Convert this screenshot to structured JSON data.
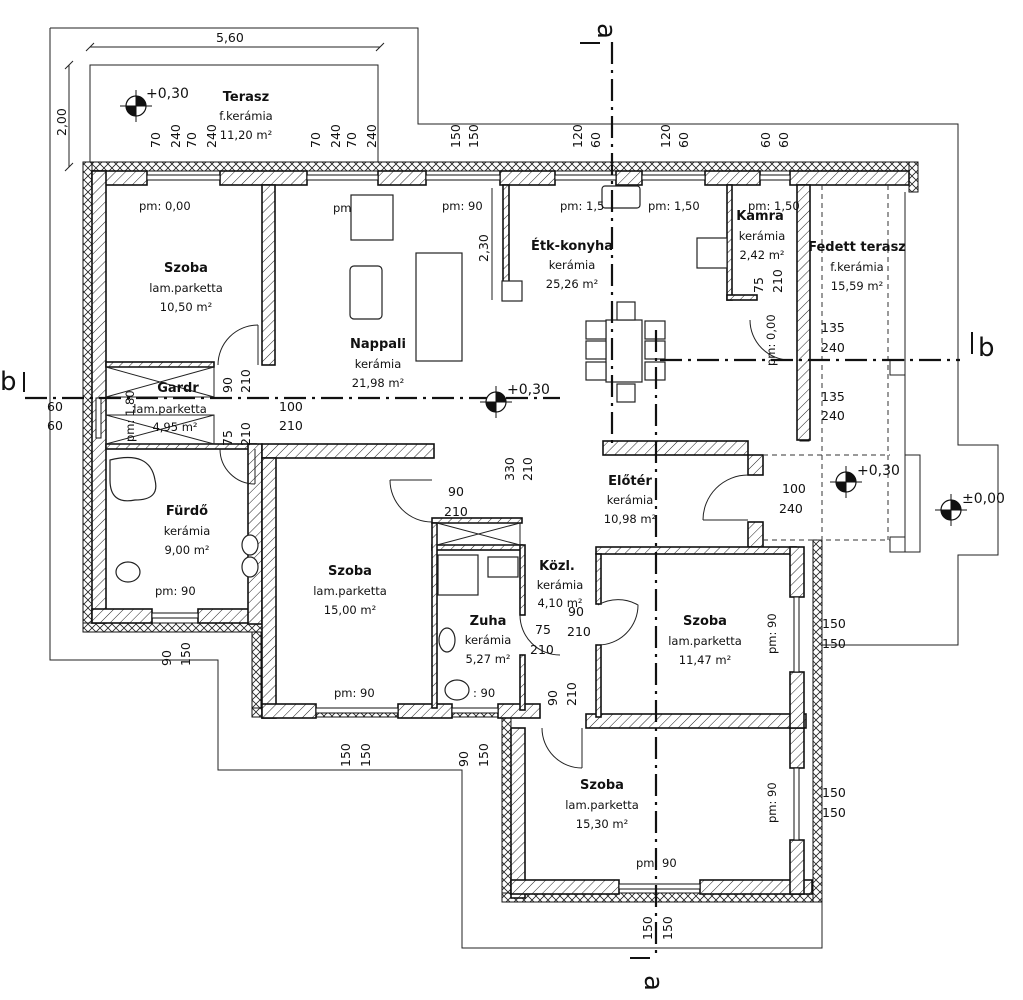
{
  "title": "Floor plan (Alaprajz)",
  "rooms": [
    {
      "id": "terasz",
      "name": "Terasz",
      "floor": "f.kerámia",
      "area": "11,20 m²"
    },
    {
      "id": "szoba1",
      "name": "Szoba",
      "floor": "lam.parketta",
      "area": "10,50 m²"
    },
    {
      "id": "gardr",
      "name": "Gardr",
      "floor": "lam.parketta",
      "area": "4,95 m²"
    },
    {
      "id": "furdo",
      "name": "Fürdő",
      "floor": "kerámia",
      "area": "9,00 m²"
    },
    {
      "id": "nappali",
      "name": "Nappali",
      "floor": "kerámia",
      "area": "21,98 m²"
    },
    {
      "id": "etk",
      "name": "Étk-konyha",
      "floor": "kerámia",
      "area": "25,26 m²"
    },
    {
      "id": "kamra",
      "name": "Kamra",
      "floor": "kerámia",
      "area": "2,42 m²"
    },
    {
      "id": "fedett",
      "name": "Fedett terasz",
      "floor": "f.kerámia",
      "area": "15,59 m²"
    },
    {
      "id": "szoba2",
      "name": "Szoba",
      "floor": "lam.parketta",
      "area": "15,00 m²"
    },
    {
      "id": "eloter",
      "name": "Előtér",
      "floor": "kerámia",
      "area": "10,98 m²"
    },
    {
      "id": "kozl",
      "name": "Közl.",
      "floor": "kerámia",
      "area": "4,10 m²"
    },
    {
      "id": "zuha",
      "name": "Zuha",
      "floor": "kerámia",
      "area": "5,27 m²"
    },
    {
      "id": "szoba3",
      "name": "Szoba",
      "floor": "lam.parketta",
      "area": "11,47 m²"
    },
    {
      "id": "szoba4",
      "name": "Szoba",
      "floor": "lam.parketta",
      "area": "15,30 m²"
    }
  ],
  "overall_dims": {
    "terrace_width": "5,60",
    "terrace_depth": "2,00",
    "kitchen_wall": "2,30"
  },
  "sill_heights": {
    "szoba1": "pm: 0,00",
    "nappali_a": "pm",
    "nappali_b": "pm: 90",
    "etk": "pm: 1,5",
    "etk2": "pm: 1,50",
    "kamra": "pm: 1,50",
    "gardr": "pm: 1,80",
    "door_kamra": "pm: 0,00",
    "furdo": "pm: 90",
    "szoba2": "pm: 90",
    "zuha": ": 90",
    "szoba3": "pm: 90",
    "szoba4_side": "pm: 90",
    "szoba4": "pm: 90"
  },
  "levels": [
    {
      "id": "terasz",
      "label": "+0,30"
    },
    {
      "id": "nappali",
      "label": "+0,30"
    },
    {
      "id": "fedett",
      "label": "+0,30"
    },
    {
      "id": "ground",
      "label": "±0,00"
    }
  ],
  "sections": {
    "a": "a",
    "b": "b"
  },
  "openings": {
    "top_win1": [
      "70",
      "240"
    ],
    "top_win2": [
      "70",
      "240"
    ],
    "top_win3": [
      "70",
      "240"
    ],
    "top_win4": [
      "70",
      "240"
    ],
    "top_nappali": [
      "150",
      "150"
    ],
    "top_etk1": [
      "120",
      "60"
    ],
    "top_etk2": [
      "120",
      "60"
    ],
    "top_kamra": [
      "60",
      "60"
    ],
    "szoba1_door": [
      "90",
      "210"
    ],
    "gardr_door": [
      "75",
      "210"
    ],
    "gardr_win": [
      "60",
      "60"
    ],
    "nappali_door": [
      "100",
      "210"
    ],
    "kamra_door": [
      "75",
      "210"
    ],
    "fedett_1": [
      "135",
      "240"
    ],
    "fedett_2": [
      "135",
      "240"
    ],
    "eloter_open": [
      "330",
      "210"
    ],
    "szoba2_door": [
      "90",
      "210"
    ],
    "entrance": [
      "100",
      "240"
    ],
    "kozl_door": [
      "90",
      "210"
    ],
    "zuha_door": [
      "75",
      "210"
    ],
    "szoba4_door": [
      "90",
      "210"
    ],
    "szoba3_win": [
      "150",
      "150"
    ],
    "szoba4_win_side": [
      "150",
      "150"
    ],
    "szoba4_win_bottom": [
      "150",
      "150"
    ],
    "furdo_win": [
      "90",
      "150"
    ],
    "szoba2_win": [
      "150",
      "150"
    ],
    "zuha_win": [
      "90",
      "150"
    ]
  }
}
